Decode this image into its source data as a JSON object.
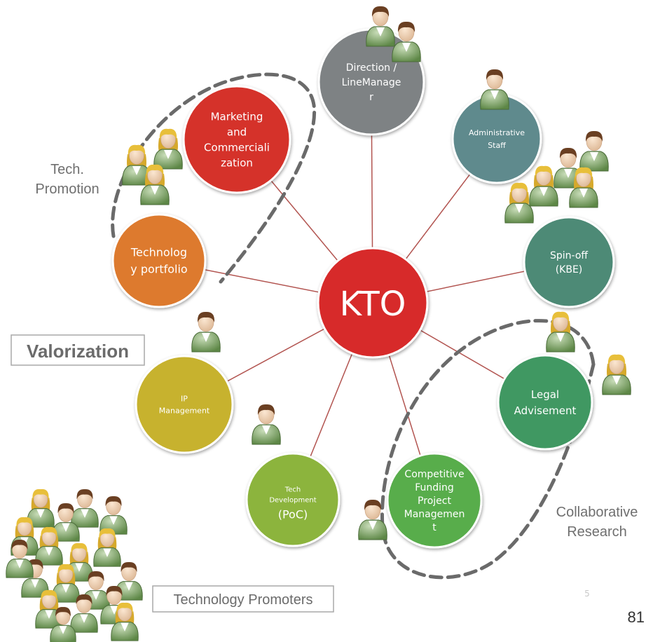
{
  "center": {
    "label": "KTO",
    "color": "#d72b2b"
  },
  "nodes": [
    {
      "id": "direction",
      "lines": [
        "Direction /",
        "LineManage",
        "r"
      ],
      "color": "#7e8284"
    },
    {
      "id": "administrative-staff",
      "lines": [
        "Administrative",
        "Staff"
      ],
      "color": "#5f8a8d"
    },
    {
      "id": "spin-off",
      "lines": [
        "Spin-off",
        "(KBE)"
      ],
      "color": "#4e8a76"
    },
    {
      "id": "legal-advisement",
      "lines": [
        "Legal",
        "Advisement"
      ],
      "color": "#3f9862"
    },
    {
      "id": "competitive-funding",
      "lines": [
        "Competitive",
        "Funding",
        "Project",
        "Managemen",
        "t"
      ],
      "color": "#59ad4c"
    },
    {
      "id": "tech-development",
      "lines": [
        "Tech",
        "Development",
        "(PoC)"
      ],
      "color": "#8cb43c"
    },
    {
      "id": "ip-management",
      "lines": [
        "IP",
        "Management"
      ],
      "color": "#c7b22e"
    },
    {
      "id": "technology-portfolio",
      "lines": [
        "Technolog",
        "y portfolio"
      ],
      "color": "#dd7a2d"
    },
    {
      "id": "marketing",
      "lines": [
        "Marketing",
        "and",
        "Commerciali",
        "zation"
      ],
      "color": "#d5302b"
    }
  ],
  "labels": {
    "tech_promotion": [
      "Tech.",
      "Promotion"
    ],
    "collaborative_research": [
      "Collaborative",
      "Research"
    ],
    "valorization": "Valorization",
    "technology_promoters": "Technology Promoters",
    "small_page_number": "5",
    "page_number": "81"
  },
  "people": [
    {
      "kind": "male"
    },
    {
      "kind": "male"
    },
    {
      "kind": "male"
    },
    {
      "kind": "male"
    },
    {
      "kind": "male"
    },
    {
      "kind": "female"
    },
    {
      "kind": "female"
    },
    {
      "kind": "female"
    },
    {
      "kind": "female"
    },
    {
      "kind": "female"
    },
    {
      "kind": "female"
    },
    {
      "kind": "female"
    },
    {
      "kind": "male"
    },
    {
      "kind": "female"
    },
    {
      "kind": "male"
    },
    {
      "kind": "male"
    },
    {
      "kind": "female"
    },
    {
      "kind": "male"
    },
    {
      "kind": "male"
    },
    {
      "kind": "male"
    },
    {
      "kind": "female"
    },
    {
      "kind": "female"
    },
    {
      "kind": "female"
    },
    {
      "kind": "female"
    },
    {
      "kind": "male"
    },
    {
      "kind": "female"
    },
    {
      "kind": "male"
    },
    {
      "kind": "male"
    },
    {
      "kind": "male"
    },
    {
      "kind": "female"
    },
    {
      "kind": "male"
    },
    {
      "kind": "male"
    },
    {
      "kind": "female"
    },
    {
      "kind": "male"
    }
  ]
}
